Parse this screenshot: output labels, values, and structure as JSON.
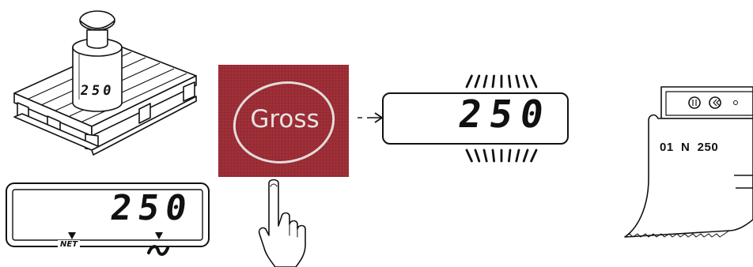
{
  "pallet": {
    "weight_label": "250"
  },
  "button": {
    "label": "Gross",
    "color": "#9a2d35"
  },
  "left_display": {
    "value": "250",
    "net_label": "NET",
    "stable_symbol": "~"
  },
  "center_display": {
    "value": "250"
  },
  "printout": {
    "line": "01  N  250"
  }
}
